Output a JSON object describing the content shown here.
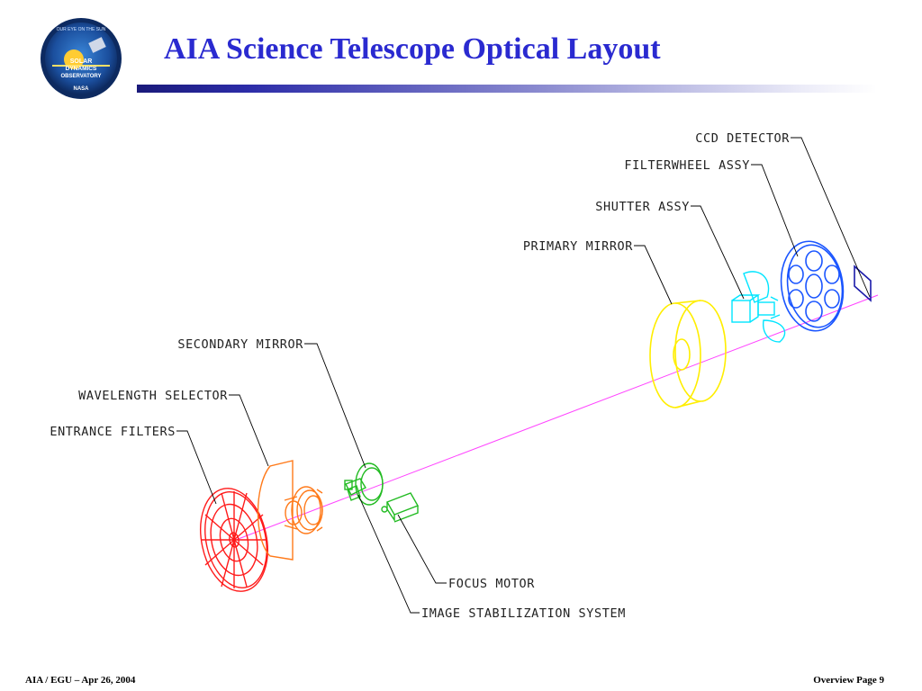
{
  "slide": {
    "title": "AIA Science Telescope Optical Layout",
    "logo": {
      "text_top": "OUR EYE ON THE SUN",
      "line1": "SOLAR",
      "line2": "DYNAMICS",
      "line3": "OBSERVATORY",
      "agency": "NASA"
    },
    "footer_left": "AIA / EGU – Apr 26, 2004",
    "footer_right": "Overview Page 9"
  },
  "components": {
    "ccd_detector": "CCD DETECTOR",
    "filterwheel_assy": "FILTERWHEEL ASSY",
    "shutter_assy": "SHUTTER ASSY",
    "primary_mirror": "PRIMARY MIRROR",
    "secondary_mirror": "SECONDARY MIRROR",
    "wavelength_selector": "WAVELENGTH SELECTOR",
    "entrance_filters": "ENTRANCE FILTERS",
    "focus_motor": "FOCUS MOTOR",
    "image_stabilization_system": "IMAGE STABILIZATION SYSTEM"
  },
  "colors": {
    "title": "#2a2ad0",
    "optical_axis": "#ff44ff",
    "entrance_filters": "#ff1a1a",
    "wavelength_selector": "#ff7a1a",
    "isa_and_focus": "#22bb22",
    "primary_mirror": "#ffee00",
    "shutter": "#00e5ff",
    "filterwheel": "#1a55ff",
    "ccd": "#1a1aaa"
  }
}
